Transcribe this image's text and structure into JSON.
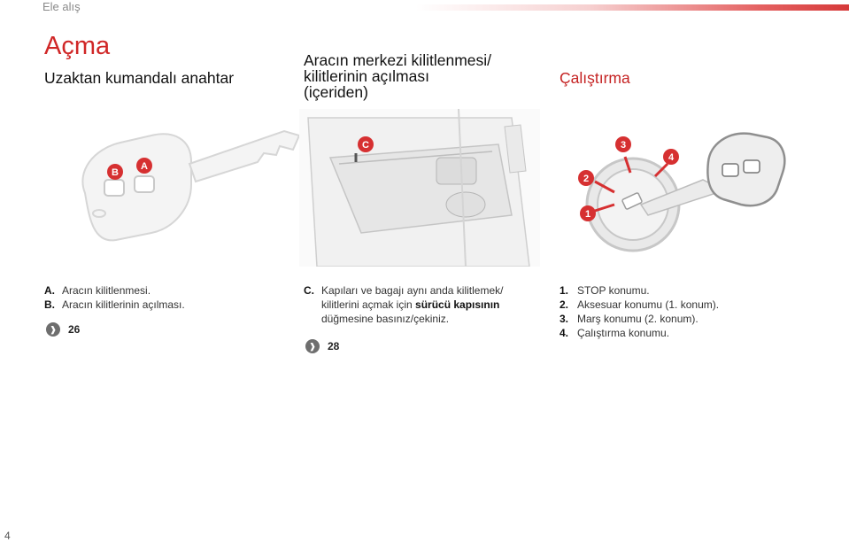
{
  "header": {
    "breadcrumb": "Ele alış"
  },
  "section": {
    "title": "Açma"
  },
  "columns": {
    "col1": {
      "title": "Uzaktan kumandalı anahtar",
      "items": [
        {
          "key": "A.",
          "text": "Aracın kilitlenmesi."
        },
        {
          "key": "B.",
          "text": "Aracın kilitlerinin açılması."
        }
      ],
      "ref": "26",
      "callouts": [
        "B",
        "A"
      ]
    },
    "col2": {
      "title_lines": [
        "Aracın merkezi kilitlenmesi/",
        "kilitlerinin açılması",
        "(içeriden)"
      ],
      "item_key": "C.",
      "text_line1": "Kapıları ve bagajı aynı anda kilitlemek/",
      "text_line2_pre": "kilitlerini açmak için ",
      "text_line2_bold": "sürücü kapısının",
      "text_line3": "düğmesine basınız/çekiniz.",
      "ref": "28",
      "callouts": [
        "C"
      ]
    },
    "col3": {
      "title": "Çalıştırma",
      "items": [
        {
          "key": "1.",
          "text": "STOP konumu."
        },
        {
          "key": "2.",
          "text": "Aksesuar konumu (1. konum)."
        },
        {
          "key": "3.",
          "text": "Marş konumu (2. konum)."
        },
        {
          "key": "4.",
          "text": "Çalıştırma konumu."
        }
      ],
      "callouts": [
        "1",
        "2",
        "3",
        "4"
      ]
    }
  },
  "footer": {
    "page_number": "4"
  },
  "colors": {
    "accent": "#d02727",
    "callout": "#d63031"
  }
}
